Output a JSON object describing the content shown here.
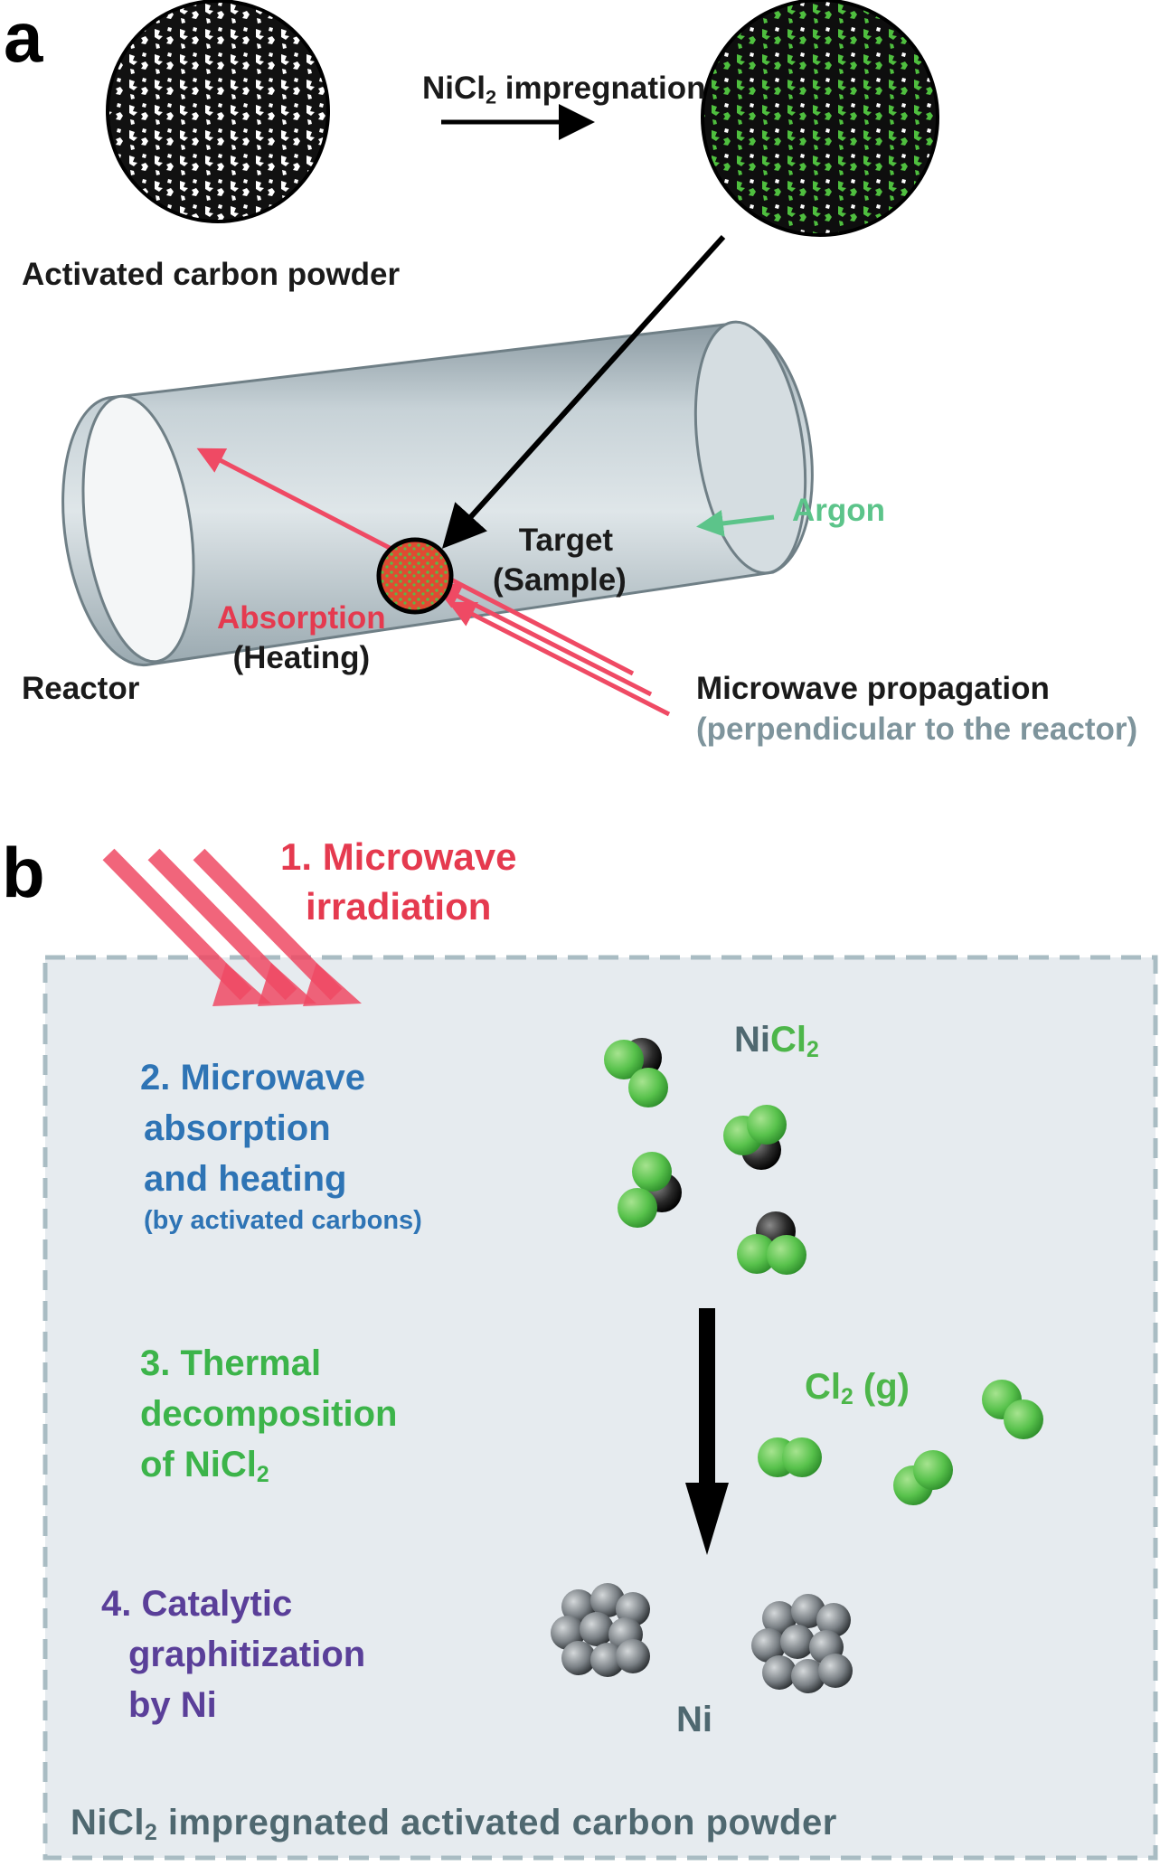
{
  "panel_a": {
    "label": "a",
    "arrow_label_pre": "NiCl",
    "arrow_label_sub": "2",
    "arrow_label_post": " impregnation",
    "left_circle_caption": "Activated carbon powder",
    "target_line1": "Target",
    "target_line2": "(Sample)",
    "argon": "Argon",
    "absorption": "Absorption",
    "heating": "(Heating)",
    "reactor": "Reactor",
    "microwave_propagation": "Microwave propagation",
    "perpendicular": "(perpendicular to the reactor)"
  },
  "panel_b": {
    "label": "b",
    "step1_line1": "1. Microwave",
    "step1_line2": "irradiation",
    "step2_line1": "2. Microwave",
    "step2_line2": "absorption",
    "step2_line3": "and heating",
    "step2_line4": "(by activated carbons)",
    "step3_line1": "3. Thermal",
    "step3_line2": "decomposition",
    "step3_line3_pre": "of NiCl",
    "step3_line3_sub": "2",
    "step4_line1": "4. Catalytic",
    "step4_line2": "graphitization",
    "step4_line3": "by Ni",
    "nicl2_ni": "Ni",
    "nicl2_cl": "Cl",
    "nicl2_sub": "2",
    "cl2_pre": "Cl",
    "cl2_sub": "2",
    "cl2_post": " (g)",
    "ni": "Ni",
    "box_caption_pre": "NiCl",
    "box_caption_sub": "2",
    "box_caption_post": " impregnated activated carbon powder"
  },
  "colors": {
    "microwave": "#ef4a64",
    "argon": "#5cc48a",
    "nicl2_green": "#58c24c",
    "box_fill": "#e6ebef",
    "box_border": "#a9bcc3",
    "reactor": "#b7c4ca"
  }
}
